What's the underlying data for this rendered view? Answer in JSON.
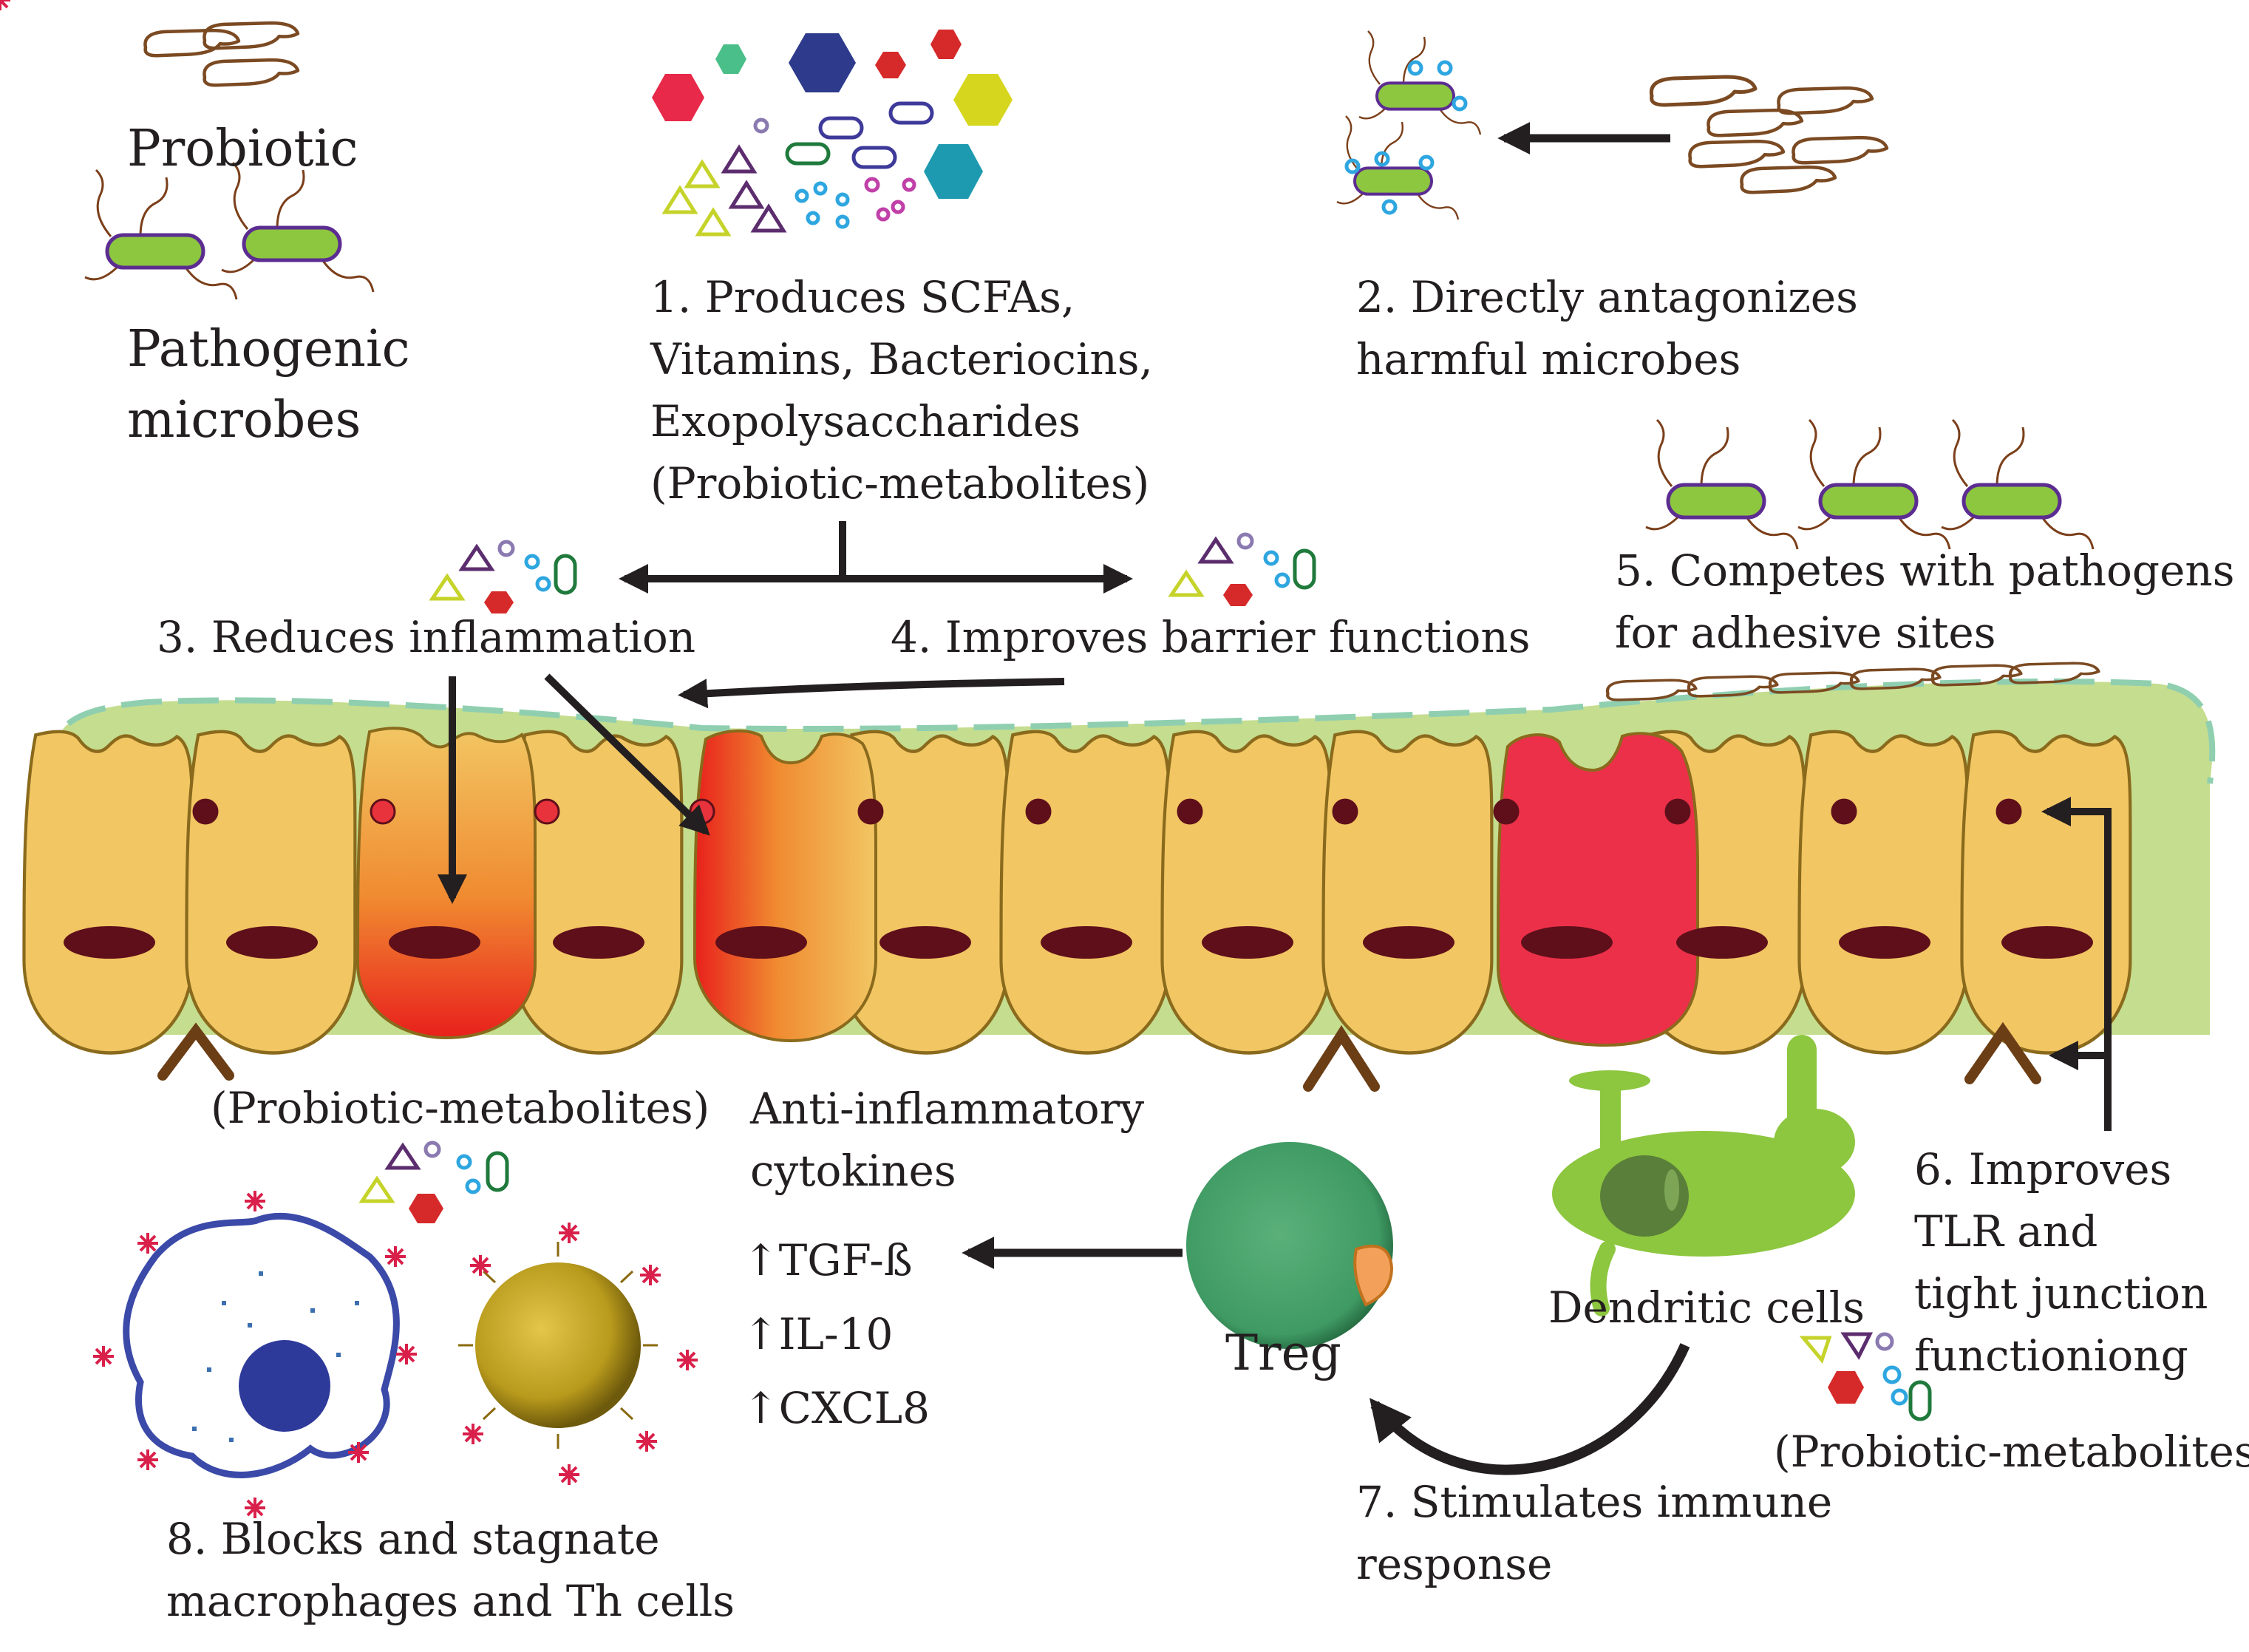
{
  "legend": {
    "probiotic": "Probiotic",
    "pathogenic": [
      "Pathogenic",
      "microbes"
    ]
  },
  "steps": {
    "s1": [
      "1. Produces SCFAs,",
      "Vitamins, Bacteriocins,",
      "Exopolysaccharides",
      "(Probiotic-metabolites)"
    ],
    "s2": [
      "2. Directly antagonizes",
      "harmful microbes"
    ],
    "s3": "3. Reduces inflammation",
    "s4": "4. Improves barrier functions",
    "s5": [
      "5. Competes with pathogens",
      "for adhesive sites"
    ],
    "s6": [
      "6. Improves",
      "TLR and",
      "tight junction",
      "functioniong"
    ],
    "s7": [
      "7. Stimulates immune",
      "response"
    ],
    "s8": [
      "8. Blocks and stagnate",
      "macrophages and Th cells"
    ]
  },
  "metabolites_label_left": "(Probiotic-metabolites)",
  "metabolites_label_right": "(Probiotic-metabolites)",
  "cytokines": {
    "title": [
      "Anti-inflammatory",
      "cytokines"
    ],
    "items": [
      "↑TGF-ß",
      "↑IL-10",
      "↑CXCL8"
    ]
  },
  "cells": {
    "treg": "Treg",
    "dendritic": "Dendritic cells"
  },
  "colors": {
    "epithelium": "#f2c663",
    "mucus": "#c5dd8f",
    "mucus_edge": "#8fcfb0",
    "nucleus": "#5e0f1a",
    "probiotic_body": "#8dc63f",
    "probiotic_outline": "#5c2d91",
    "pathogen": "#7b4a22",
    "treg": "#3f9a63",
    "dendritic": "#8dc63f",
    "macrophage": "#3b4aa8",
    "th_cell": "#b89a1c",
    "arrow": "#231f20",
    "inflamed": "#e8323c"
  }
}
